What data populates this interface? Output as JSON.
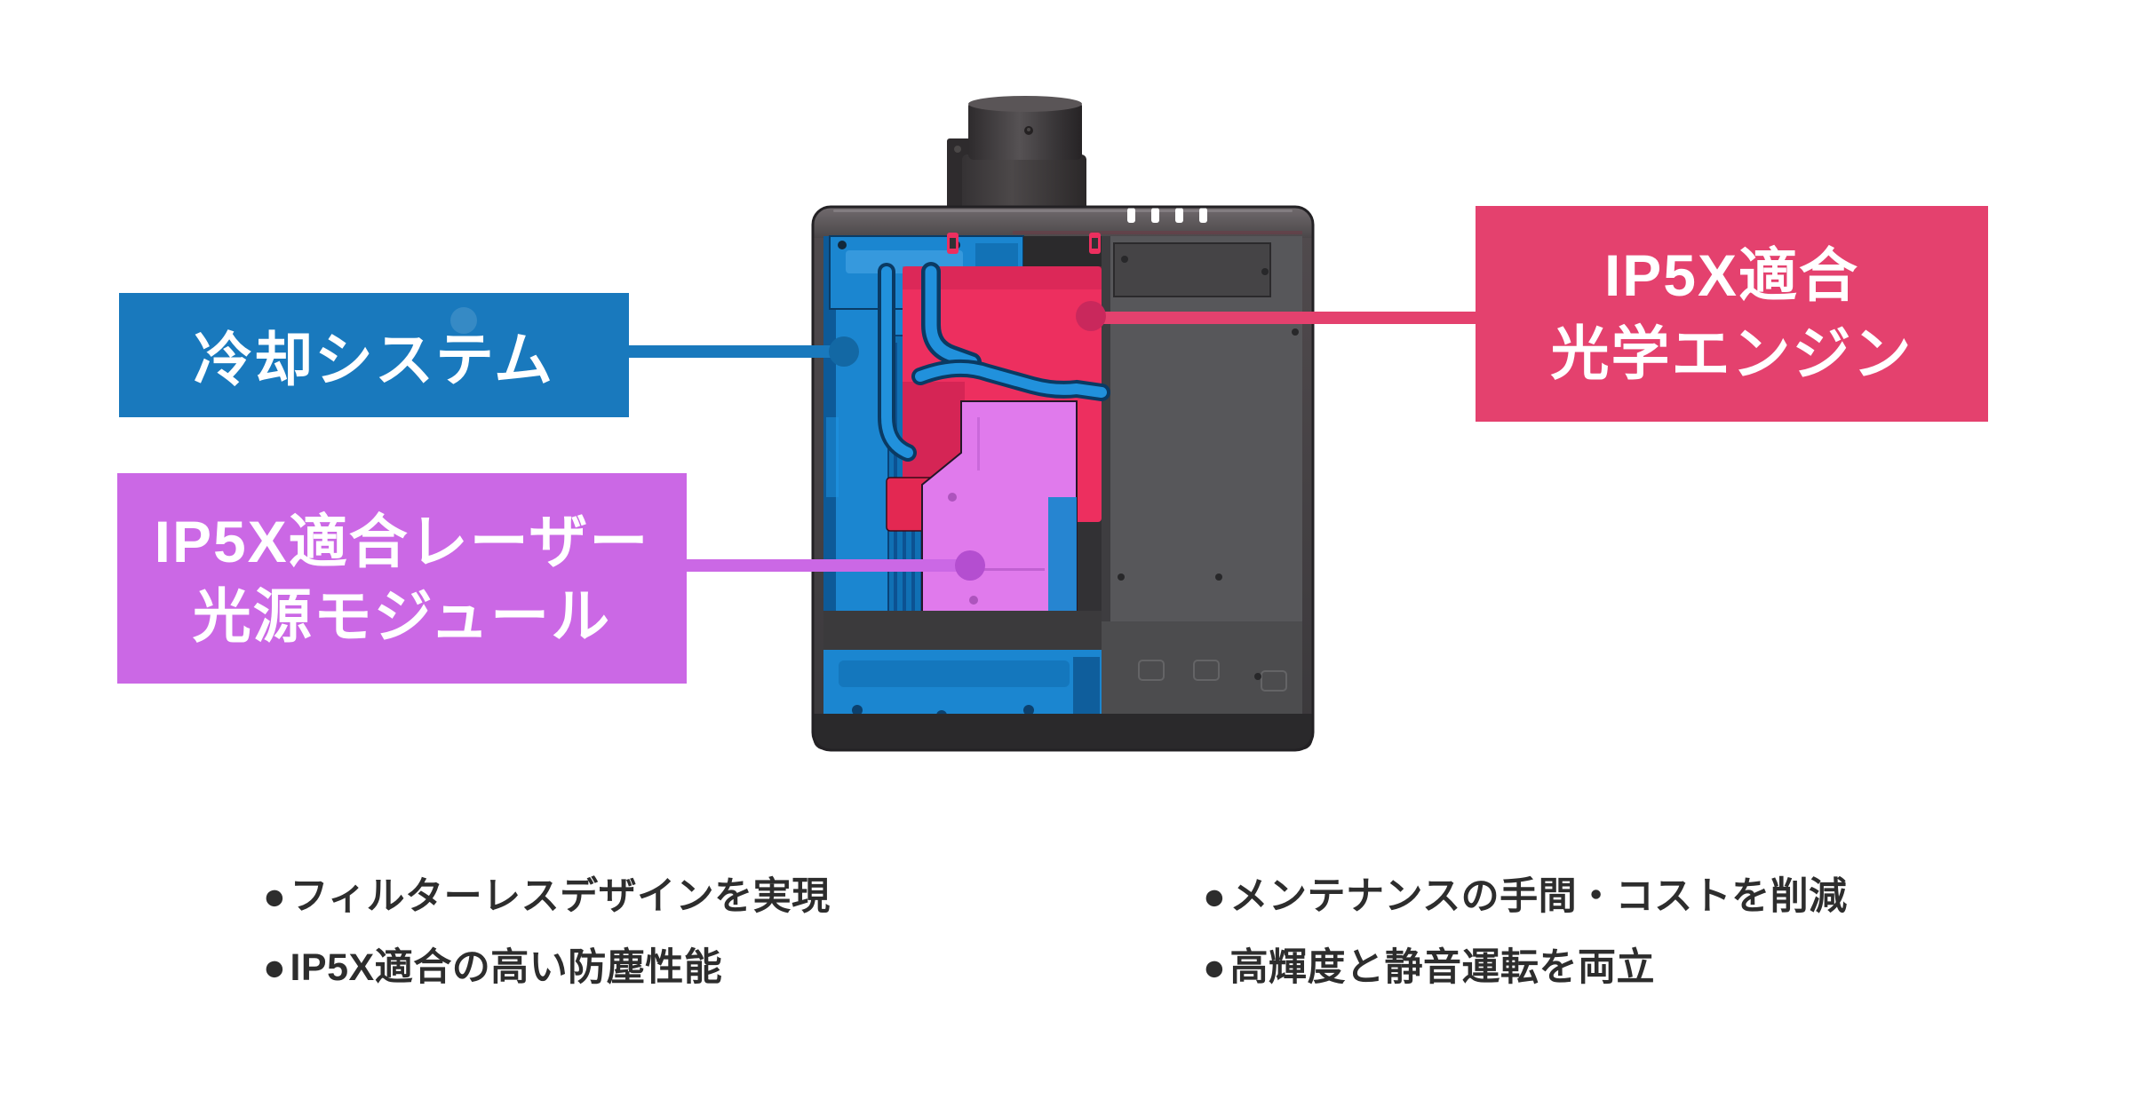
{
  "colors": {
    "cooling_blue": "#1979BD",
    "laser_purple": "#CB68E5",
    "optical_pink": "#E4416E",
    "interior_blue": "#1B86D0",
    "module_purple": "#E07AEC",
    "engine_crimson": "#ED2F5F",
    "text_dark": "#2D2D2D"
  },
  "callouts": {
    "cooling": {
      "label": "冷却システム"
    },
    "laser": {
      "label_line1": "IP5X適合レーザー",
      "label_line2": "光源モジュール"
    },
    "optical": {
      "label_line1": "IP5X適合",
      "label_line2": "光学エンジン"
    }
  },
  "features": [
    {
      "bullet": "●",
      "text": "フィルターレスデザインを実現"
    },
    {
      "bullet": "●",
      "text": "IP5X適合の高い防塵性能"
    },
    {
      "bullet": "●",
      "text": "メンテナンスの手間・コストを削減"
    },
    {
      "bullet": "●",
      "text": "高輝度と静音運転を両立"
    }
  ],
  "illustration": {
    "subject": "projector-internal-cutaway",
    "zones": [
      {
        "name": "cooling-system",
        "color_key": "interior_blue"
      },
      {
        "name": "optical-engine",
        "color_key": "engine_crimson"
      },
      {
        "name": "laser-light-source-module",
        "color_key": "module_purple"
      }
    ]
  }
}
